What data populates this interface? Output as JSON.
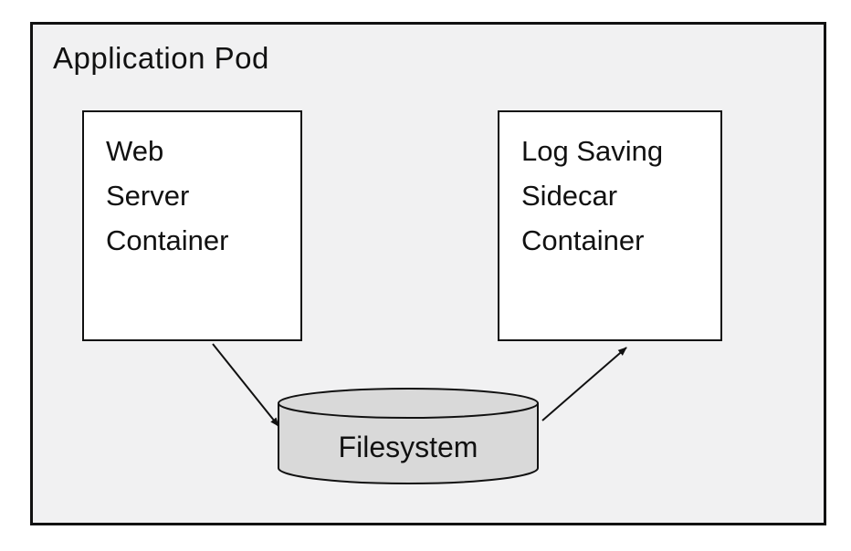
{
  "diagram": {
    "title": "Application Pod",
    "nodes": {
      "web_server": {
        "label": "Web\nServer\nContainer"
      },
      "log_sidecar": {
        "label": "Log Saving\nSidecar\nContainer"
      },
      "filesystem": {
        "label": "Filesystem"
      }
    },
    "edges": [
      {
        "from": "web_server",
        "to": "filesystem"
      },
      {
        "from": "filesystem",
        "to": "log_sidecar"
      }
    ],
    "colors": {
      "pod_background": "#f1f1f2",
      "node_background": "#ffffff",
      "cylinder_fill": "#d9d9d9",
      "border": "#111111"
    }
  }
}
